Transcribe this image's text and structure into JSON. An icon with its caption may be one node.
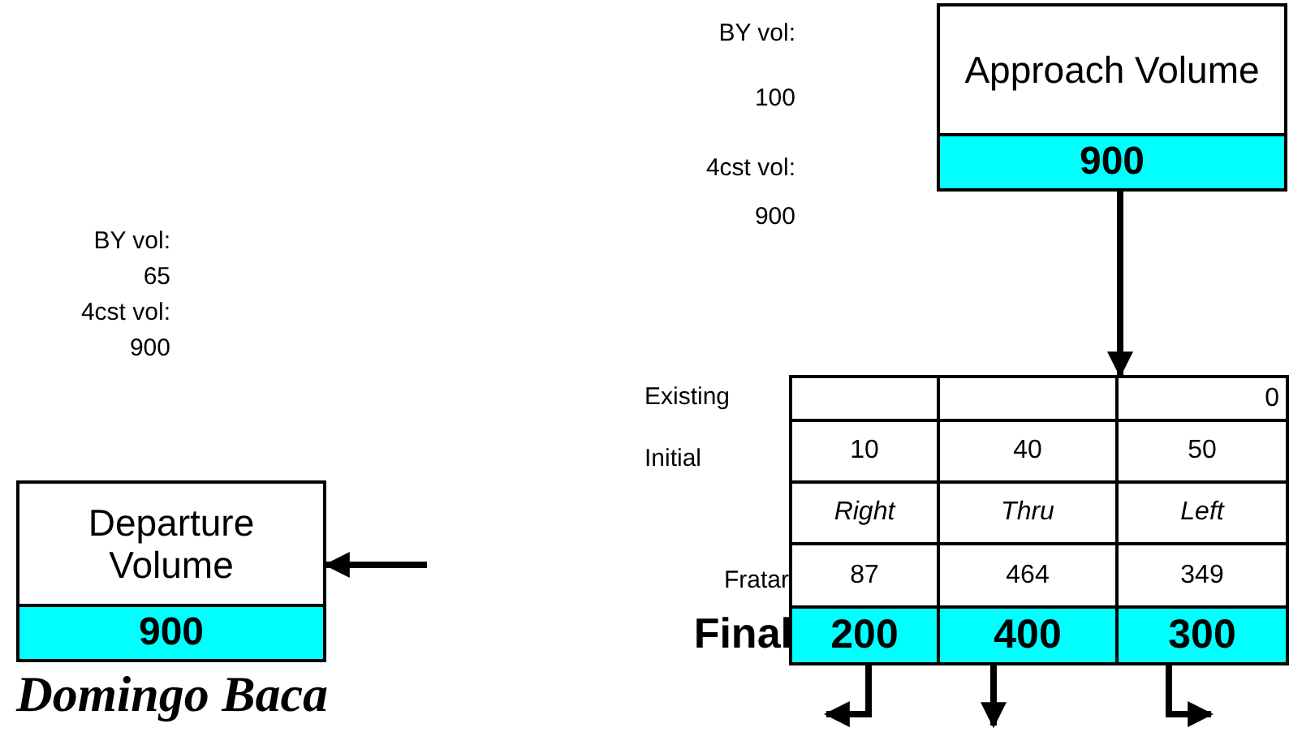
{
  "diagram": {
    "nodes": [
      {
        "text": [
          "Approach Volume",
          "900"
        ]
      },
      {
        "text": [
          "Departure Volume",
          "900"
        ]
      },
      {
        "text": [
          "0",
          "10",
          "40",
          "50",
          "Right",
          "Thru",
          "Left",
          "87",
          "464",
          "349"
        ]
      },
      {
        "text": [
          "200"
        ],
        "in": 2
      },
      {
        "text": [
          "400"
        ],
        "in": 2
      },
      {
        "text": [
          "300"
        ],
        "in": 2
      }
    ],
    "edges": [
      {
        "from": 0,
        "to": 2,
        "arrow": "to"
      },
      {
        "from": null,
        "to": 1,
        "arrow": "to"
      },
      {
        "from": 3,
        "to": null,
        "arrow": "to"
      },
      {
        "from": 4,
        "to": null,
        "arrow": "to"
      },
      {
        "from": 5,
        "to": null,
        "arrow": "to"
      }
    ],
    "labels": [
      "BY vol:",
      "100",
      "4cst vol:",
      "900",
      "BY vol:",
      "65",
      "4cst vol:",
      "900",
      "Existing",
      "Initial",
      "Fratar",
      "Final",
      "Domingo Baca"
    ]
  }
}
